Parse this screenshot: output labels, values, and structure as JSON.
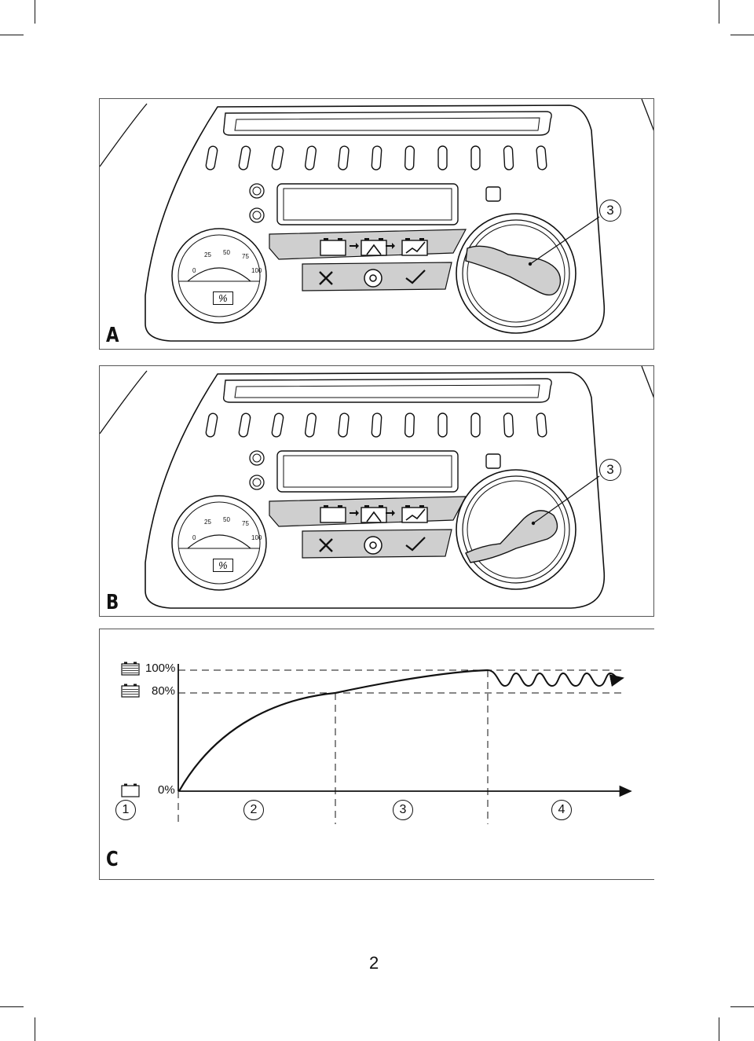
{
  "figures": {
    "A": {
      "label": "A",
      "callout": "3",
      "gauge": {
        "ticks": [
          "0",
          "25",
          "50",
          "75",
          "100"
        ],
        "symbol": "%"
      },
      "knob_position": "first"
    },
    "B": {
      "label": "B",
      "callout": "3",
      "gauge": {
        "ticks": [
          "0",
          "25",
          "50",
          "75",
          "100"
        ],
        "symbol": "%"
      },
      "knob_position": "second"
    },
    "C": {
      "label": "C",
      "level_labels": {
        "full": "100%",
        "partial": "80%",
        "empty": "0%"
      },
      "phases": [
        "1",
        "2",
        "3",
        "4"
      ]
    }
  },
  "page_number": "2"
}
